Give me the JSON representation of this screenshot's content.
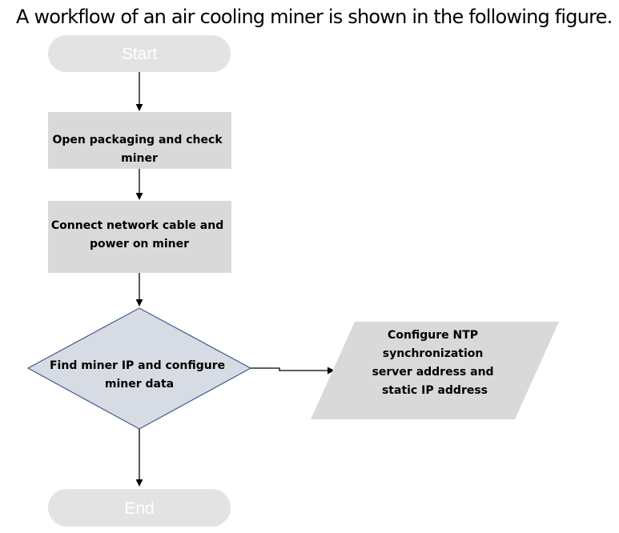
{
  "intro_text": "A workflow of an air cooling miner is shown in the following figure.",
  "flowchart": {
    "start": {
      "label": "Start"
    },
    "step1": {
      "lines": [
        "Open packaging and check",
        "miner"
      ]
    },
    "step2": {
      "lines": [
        "Connect network cable and",
        "power on miner"
      ]
    },
    "decision": {
      "lines": [
        "Find miner IP and configure",
        "miner data"
      ]
    },
    "side_note": {
      "lines": [
        "Configure NTP",
        "synchronization",
        "server address and",
        "static IP address"
      ]
    },
    "end": {
      "label": "End"
    }
  },
  "colors": {
    "terminal_fill": "#e3e3e3",
    "process_fill": "#d9d9d9",
    "decision_fill": "#d7dbe3",
    "decision_stroke": "#3e5a8a",
    "data_fill": "#d9d9d9",
    "connector": "#000000"
  }
}
